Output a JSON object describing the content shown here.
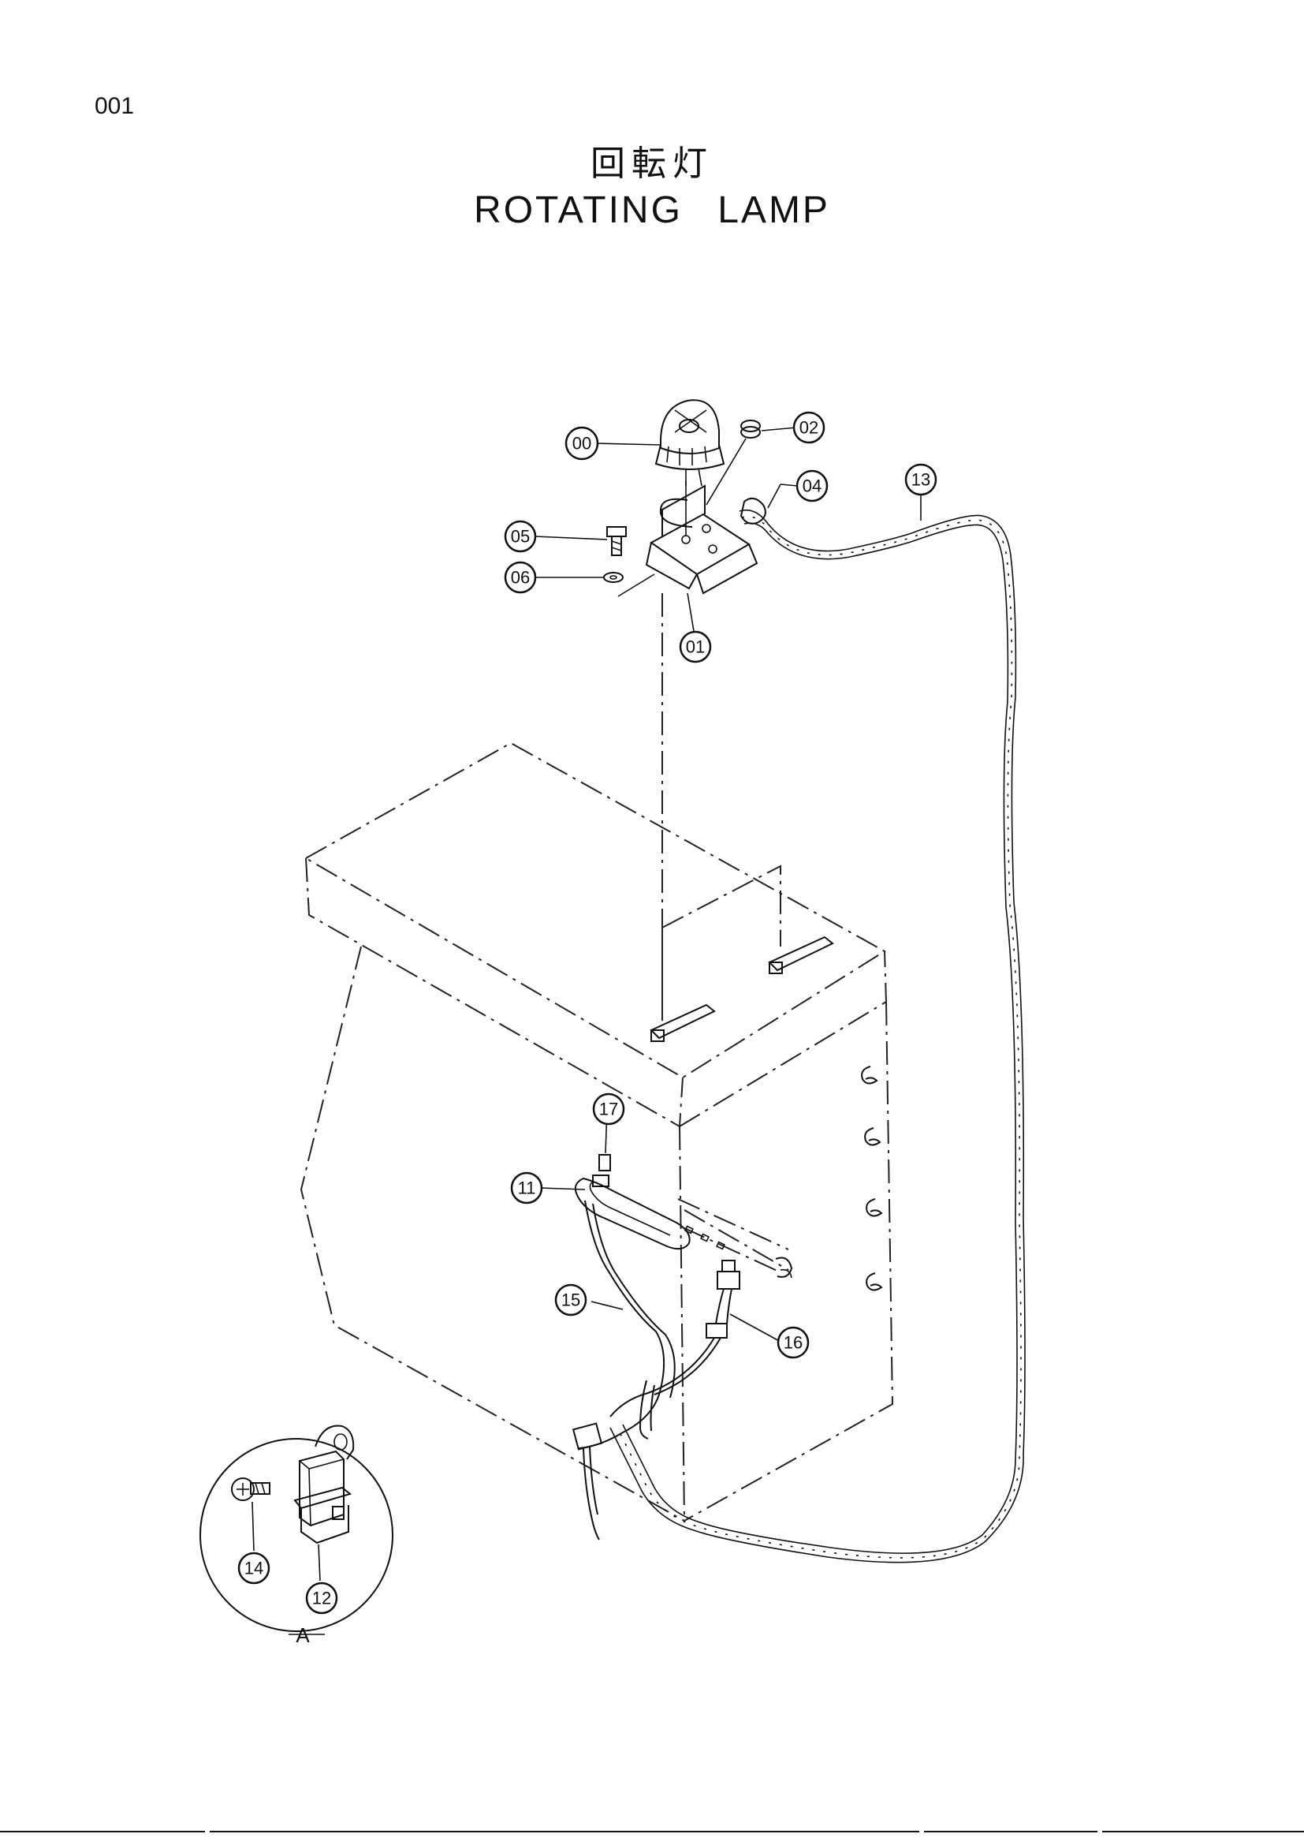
{
  "page": {
    "number": "001"
  },
  "title": {
    "japanese": "回転灯",
    "english": "ROTATING LAMP"
  },
  "callouts": [
    "00",
    "01",
    "02",
    "04",
    "05",
    "06",
    "11",
    "12",
    "13",
    "14",
    "15",
    "16",
    "17"
  ],
  "detail": {
    "label": "A"
  }
}
